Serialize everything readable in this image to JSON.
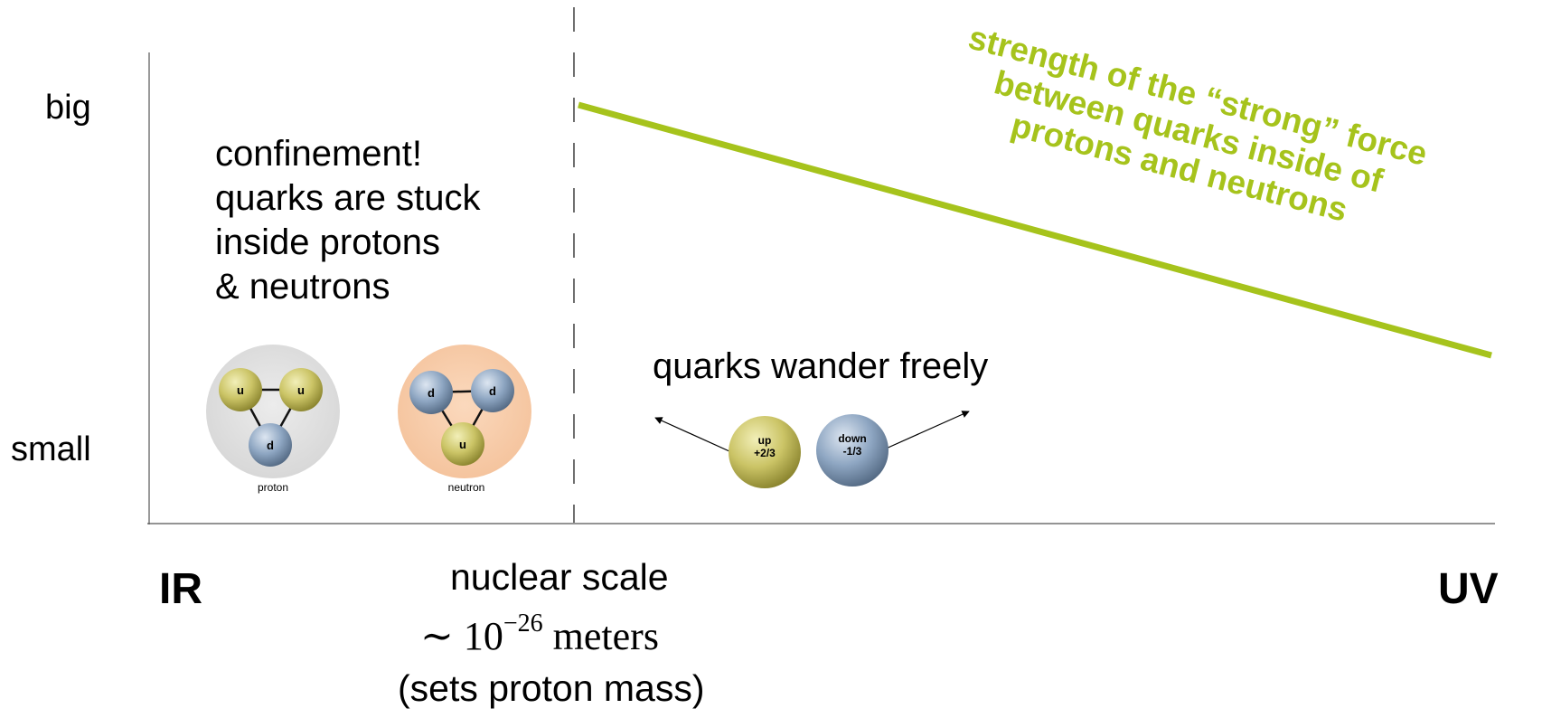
{
  "axes": {
    "y_top_label": "big",
    "y_bottom_label": "small",
    "x_left_label": "IR",
    "x_right_label": "UV"
  },
  "nuclear_scale": {
    "label": "nuclear scale",
    "math_prefix": "∼ 10",
    "math_exponent": "−26",
    "math_unit": "meters",
    "note": "(sets proton mass)"
  },
  "confinement": {
    "lines": [
      "confinement!",
      "quarks are stuck",
      "inside protons",
      "& neutrons"
    ]
  },
  "free_quarks": {
    "label": "quarks wander freely",
    "up": {
      "name": "up",
      "charge": "+2/3"
    },
    "down": {
      "name": "down",
      "charge": "-1/3"
    }
  },
  "hadrons": {
    "proton": {
      "caption": "proton",
      "quarks": [
        "u",
        "u",
        "d"
      ]
    },
    "neutron": {
      "caption": "neutron",
      "quarks": [
        "d",
        "d",
        "u"
      ]
    }
  },
  "strength_curve": {
    "lines": [
      "strength of the “strong” force",
      "between quarks inside of",
      "protons and neutrons"
    ],
    "color": "#a6c31c"
  },
  "colors": {
    "up_quark": "#d4cf70",
    "down_quark": "#8fa7c2",
    "proton_bg": "#dcdcdc",
    "neutron_bg": "#f6caa6"
  }
}
